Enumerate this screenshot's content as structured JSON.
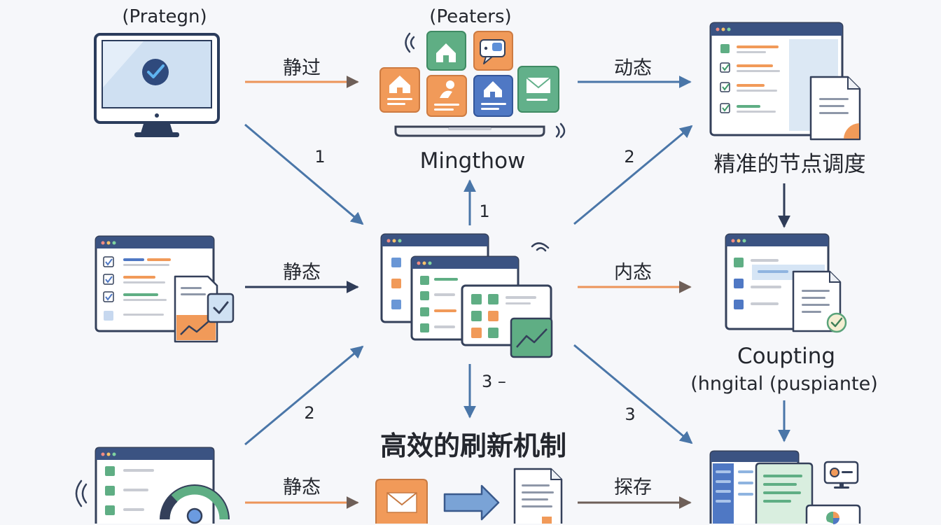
{
  "diagram": {
    "top_left_caption": "(Prategn)",
    "top_center_caption": "(Peaters)",
    "mingthow_caption": "Mingthow",
    "top_right_caption": "精准的节点调度",
    "coupting_title": "Coupting",
    "coupting_subtitle": "(hngital (puspiante)",
    "bottom_heading": "高效的刷新机制"
  },
  "arrows": {
    "top_left": "静过",
    "top_right": "动态",
    "middle_left": "静态",
    "middle_right": "内态",
    "bottom_left": "静态",
    "bottom_right": "探存",
    "diagonal_top_left": "1",
    "diagonal_top_right": "2",
    "vertical_up": "1",
    "diagonal_bottom_left": "2",
    "vertical_down": "3 –",
    "diagonal_bottom_right": "3"
  },
  "colors": {
    "orange": "#f19a59",
    "green": "#5fae84",
    "blue": "#4f78c4",
    "navy": "#34405a",
    "arrow_blue": "#4a76a8",
    "window_header": "#3b5382",
    "background": "#f6f7fa"
  },
  "icons": [
    "monitor-check-icon",
    "app-tiles-icon",
    "task-list-window-icon",
    "checklist-document-icon",
    "stacked-windows-icon",
    "document-check-icon",
    "gauge-window-icon",
    "envelope-icon",
    "block-arrow-icon",
    "document-icon",
    "dashboard-cluster-icon",
    "signal-icon"
  ]
}
